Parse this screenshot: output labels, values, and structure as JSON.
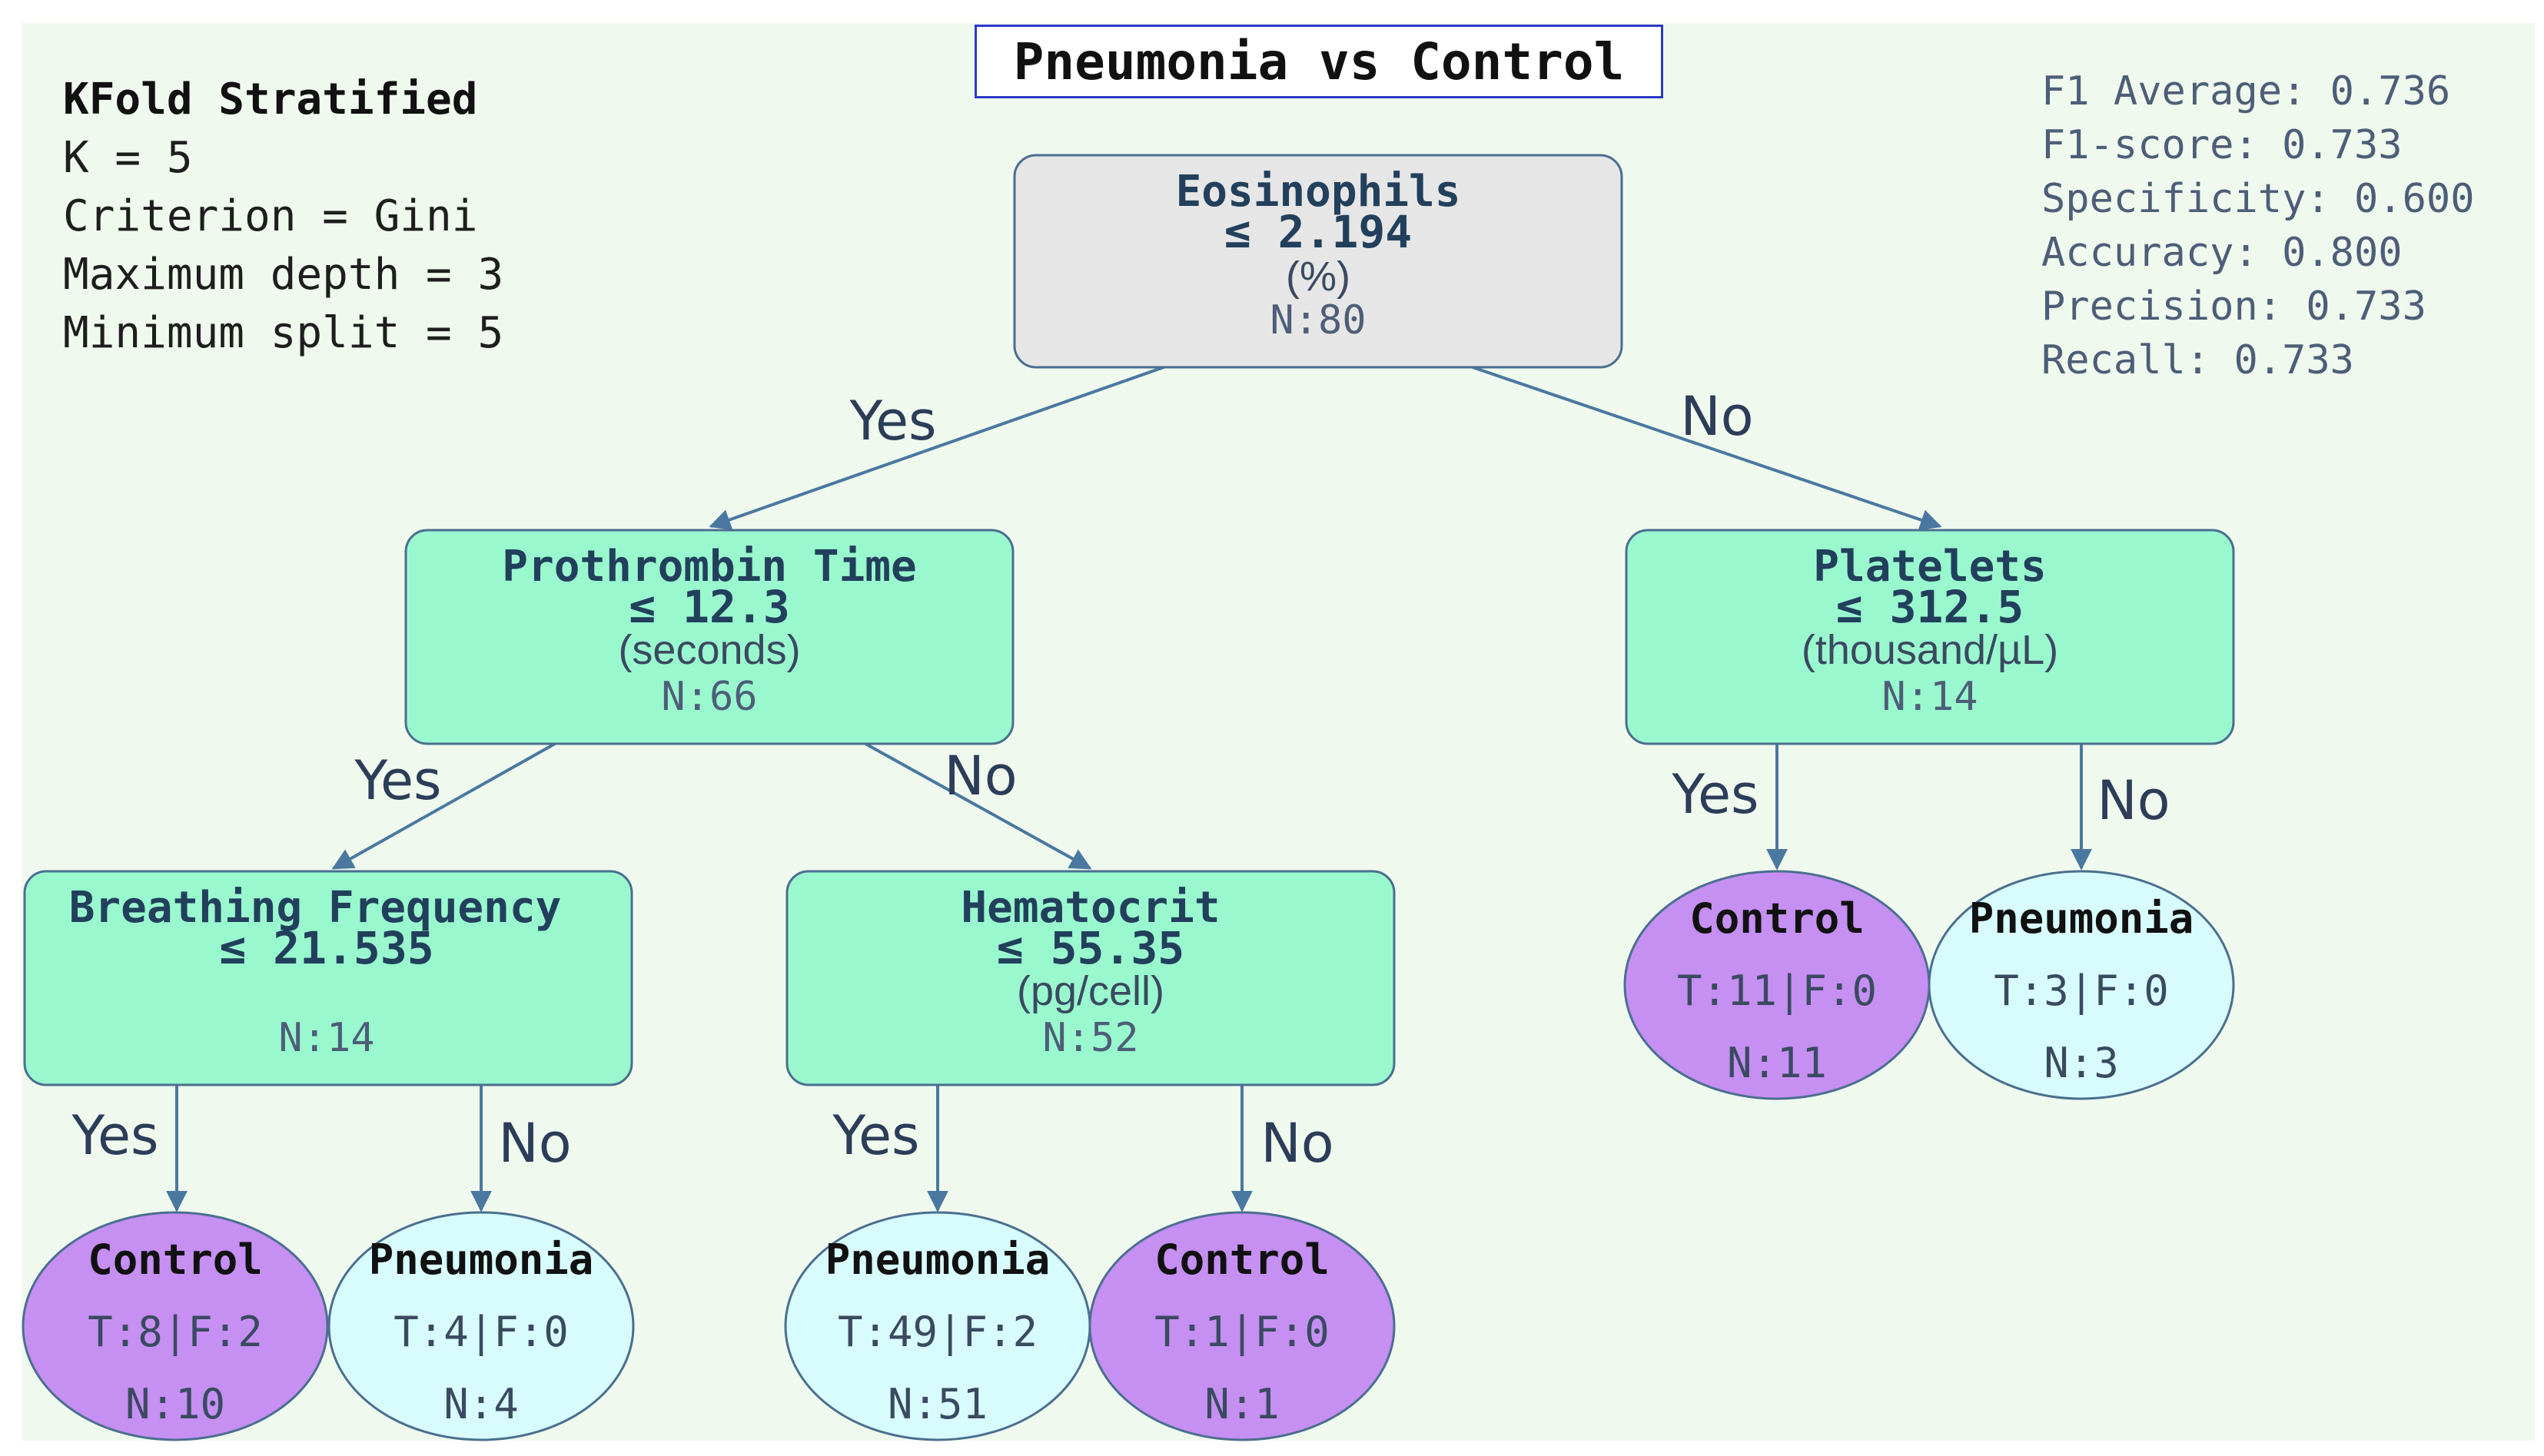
{
  "title": "Pneumonia vs Control",
  "config": {
    "header": "KFold Stratified",
    "lines": [
      "K = 5",
      "Criterion = Gini",
      "Maximum depth = 3",
      "Minimum split = 5"
    ]
  },
  "metrics": [
    "F1 Average: 0.736",
    "F1-score: 0.733",
    "Specificity: 0.600",
    "Accuracy: 0.800",
    "Precision: 0.733",
    "Recall: 0.733"
  ],
  "colors": {
    "root_fill": "#e6e6e6",
    "split_fill": "#9af8cf",
    "node_border": "#4a6f8f",
    "control_fill": "#c68ff2",
    "pneumonia_fill": "#d8fbfd",
    "edge": "#4a78a0"
  },
  "edge_labels": {
    "yes": "Yes",
    "no": "No"
  },
  "splits": {
    "root": {
      "feature": "Eosinophils",
      "threshold": "≤ 2.194",
      "unit": "(%)",
      "count": "N:80"
    },
    "left": {
      "feature": "Prothrombin Time",
      "threshold": "≤ 12.3",
      "unit": "(seconds)",
      "count": "N:66"
    },
    "right": {
      "feature": "Platelets",
      "threshold": "≤ 312.5",
      "unit": "(thousand/µL)",
      "count": "N:14"
    },
    "ll": {
      "feature": "Breathing Frequency",
      "threshold": "≤ 21.535",
      "unit": "",
      "count": "N:14"
    },
    "lr": {
      "feature": "Hematocrit",
      "threshold": "≤ 55.35",
      "unit": "(pg/cell)",
      "count": "N:52"
    }
  },
  "leaves": {
    "lll": {
      "label": "Control",
      "tf": "T:8|F:2",
      "count": "N:10",
      "class": "control"
    },
    "llr": {
      "label": "Pneumonia",
      "tf": "T:4|F:0",
      "count": "N:4",
      "class": "pneumonia"
    },
    "lrl": {
      "label": "Pneumonia",
      "tf": "T:49|F:2",
      "count": "N:51",
      "class": "pneumonia"
    },
    "lrr": {
      "label": "Control",
      "tf": "T:1|F:0",
      "count": "N:1",
      "class": "control"
    },
    "rl": {
      "label": "Control",
      "tf": "T:11|F:0",
      "count": "N:11",
      "class": "control"
    },
    "rr": {
      "label": "Pneumonia",
      "tf": "T:3|F:0",
      "count": "N:3",
      "class": "pneumonia"
    }
  }
}
